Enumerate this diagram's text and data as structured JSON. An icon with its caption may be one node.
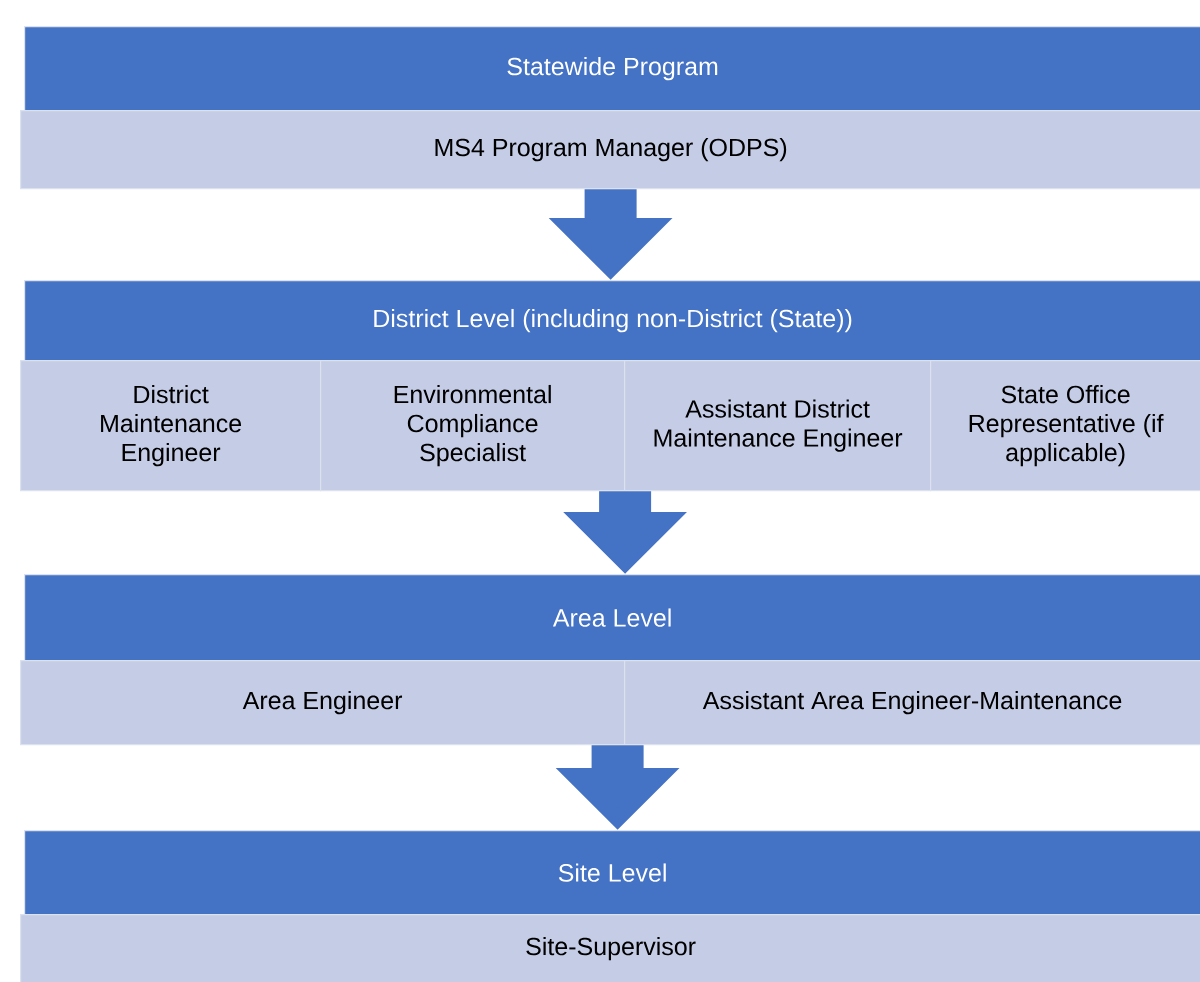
{
  "diagram": {
    "nodes": [
      {
        "text": [
          "Statewide Program"
        ]
      },
      {
        "text": [
          "MS4 Program Manager (ODPS)"
        ]
      },
      {
        "text": [
          "District Level (including non-District (State))"
        ]
      },
      {
        "text": [
          "District Maintenance Engineer"
        ]
      },
      {
        "text": [
          "Environmental Compliance Specialist"
        ]
      },
      {
        "text": [
          "Assistant District Maintenance Engineer"
        ]
      },
      {
        "text": [
          "State Office Representative (if applicable)"
        ]
      },
      {
        "text": [
          "Area Level"
        ]
      },
      {
        "text": [
          "Area Engineer"
        ]
      },
      {
        "text": [
          "Assistant Area Engineer-Maintenance"
        ]
      },
      {
        "text": [
          "Site Level"
        ]
      },
      {
        "text": [
          "Site-Supervisor"
        ]
      }
    ],
    "edges": [
      {
        "from": 1,
        "to": 2,
        "arrow": "to"
      },
      {
        "from": 4,
        "to": 7,
        "arrow": "to"
      },
      {
        "from": 5,
        "to": 7,
        "arrow": "to"
      },
      {
        "from": 8,
        "to": 10,
        "arrow": "to"
      },
      {
        "from": 9,
        "to": 10,
        "arrow": "to"
      }
    ]
  }
}
